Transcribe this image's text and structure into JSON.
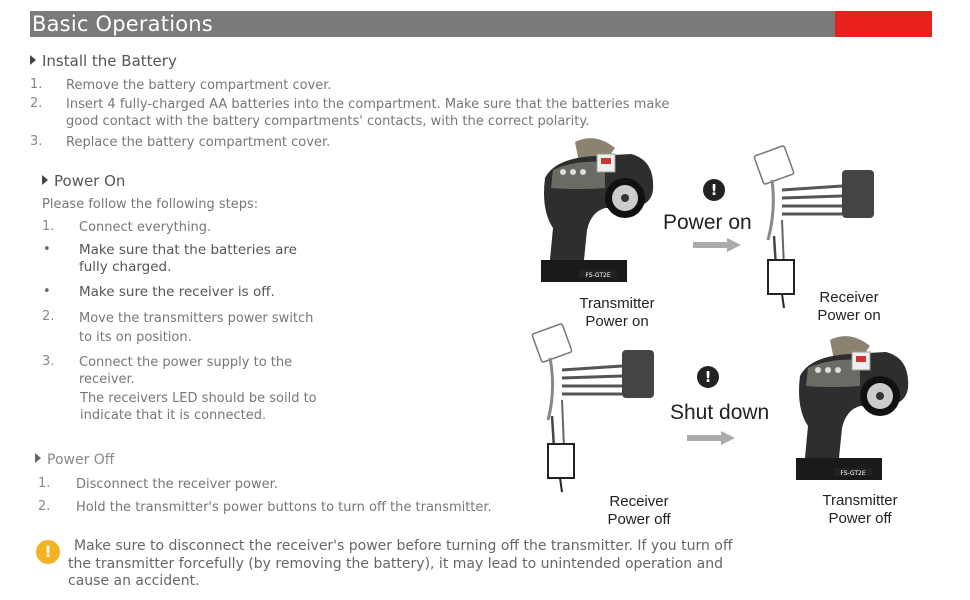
{
  "header": {
    "title": "Basic Operations"
  },
  "install": {
    "title": "Install the Battery",
    "steps": [
      {
        "num": "1.",
        "text": "Remove the battery compartment cover."
      },
      {
        "num": "2.",
        "text": "Insert 4 fully-charged AA batteries into the compartment. Make sure that the batteries make good contact with the battery compartments' contacts, with the correct polarity."
      },
      {
        "num": "3.",
        "text": "Replace the battery compartment cover."
      }
    ]
  },
  "power_on": {
    "title": "Power On",
    "intro": "Please follow the following steps:",
    "items": [
      {
        "marker": "1.",
        "text": "Connect everything."
      },
      {
        "marker": "•",
        "text": "Make sure that the batteries are fully charged."
      },
      {
        "marker": "•",
        "text": "Make sure the receiver is off."
      },
      {
        "marker": "2.",
        "text": "Move the transmitters power switch to its on position."
      },
      {
        "marker": "3.",
        "text": "Connect the power supply to the receiver."
      }
    ],
    "note": "The receivers LED should be soild to indicate that it is connected."
  },
  "power_off": {
    "title": "Power Off",
    "steps": [
      {
        "num": "1.",
        "text": "Disconnect the receiver power."
      },
      {
        "num": "2.",
        "text": "Hold the transmitter's power buttons to turn off the transmitter."
      }
    ]
  },
  "notice": {
    "icon": "exclamation-icon",
    "text": "Make sure to disconnect the receiver's power before turning off the transmitter. If you turn off the transmitter forcefully (by removing the battery), it may lead to unintended operation and cause an accident."
  },
  "diagram": {
    "power_on_label": "Power on",
    "shut_down_label": "Shut down",
    "tx_on": "Transmitter Power on",
    "rx_on": "Receiver Power on",
    "rx_off": "Receiver Power off",
    "tx_off": "Transmitter Power off",
    "model_label": "FS-GT2E"
  },
  "colors": {
    "header_gray": "#7a7a7a",
    "accent_red": "#e8221b",
    "notice_yellow": "#f5b324"
  }
}
